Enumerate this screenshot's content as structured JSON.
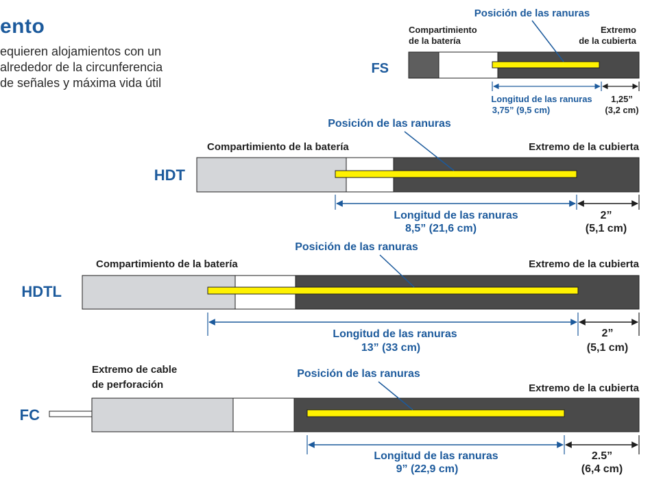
{
  "header": {
    "title": "ento",
    "intro_lines": [
      "equieren alojamientos con un",
      "alrededor de la circunferencia",
      "de señales y máxima vida útil"
    ]
  },
  "colors": {
    "blue": "#1c5a9c",
    "dark": "#4a4a4a",
    "light": "#d4d6d9",
    "slot": "#fff200",
    "text": "#1f1f1f"
  },
  "diagrams": {
    "fs": {
      "name": "FS",
      "slot_position": "Posición de las ranuras",
      "left_end_1": "Compartimiento",
      "left_end_2": "de la batería",
      "right_end_1": "Extremo",
      "right_end_2": "de la cubierta",
      "slot_length_1": "Longitud de las ranuras",
      "slot_length_2": "3,75” (9,5 cm)",
      "end_length_1": "1,25”",
      "end_length_2": "(3,2 cm)"
    },
    "hdt": {
      "name": "HDT",
      "slot_position": "Posición de las ranuras",
      "left_end": "Compartimiento de la batería",
      "right_end": "Extremo de la cubierta",
      "slot_length_1": "Longitud de las ranuras",
      "slot_length_2": "8,5” (21,6 cm)",
      "end_length_1": "2”",
      "end_length_2": "(5,1 cm)"
    },
    "hdtl": {
      "name": "HDTL",
      "slot_position": "Posición de las ranuras",
      "left_end": "Compartimiento de la batería",
      "right_end": "Extremo de la cubierta",
      "slot_length_1": "Longitud de las ranuras",
      "slot_length_2": "13” (33 cm)",
      "end_length_1": "2”",
      "end_length_2": "(5,1 cm)"
    },
    "fc": {
      "name": "FC",
      "slot_position": "Posición de las ranuras",
      "left_end_1": "Extremo de cable",
      "left_end_2": "de perforación",
      "right_end": "Extremo de la cubierta",
      "slot_length_1": "Longitud de las ranuras",
      "slot_length_2": "9” (22,9 cm)",
      "end_length_1": "2.5”",
      "end_length_2": "(6,4 cm)"
    }
  }
}
